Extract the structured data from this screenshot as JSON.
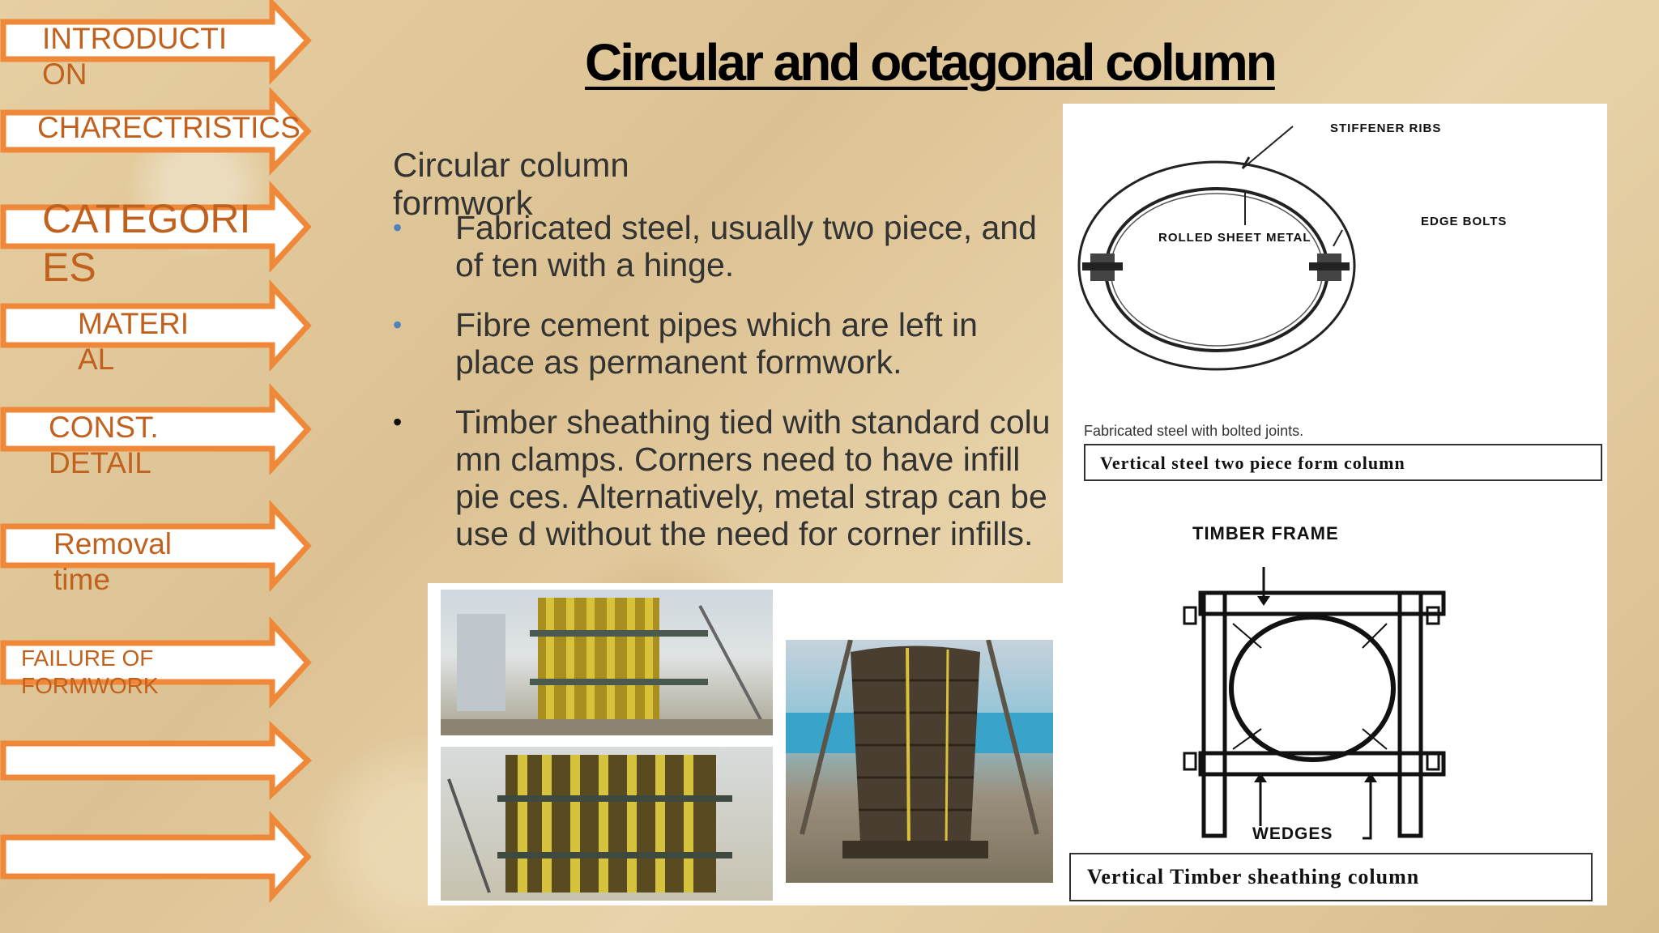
{
  "nav": {
    "items": [
      {
        "label": "INTRODUCTI\nON"
      },
      {
        "label": "CHARECTRISTICS"
      },
      {
        "label": "CATEGORI\nES"
      },
      {
        "label": "MATERI\nAL"
      },
      {
        "label": "CONST.\nDETAIL"
      },
      {
        "label": "Removal\ntime"
      },
      {
        "label": "FAILURE OF\nFORMWORK"
      },
      {
        "label": ""
      },
      {
        "label": ""
      }
    ],
    "accent_color": "#f0883a",
    "text_color": "#c0621e"
  },
  "slide": {
    "title": "Circular and octagonal column",
    "subtitle": "Circular column\nformwork",
    "bullets": [
      {
        "text": "Fabricated steel, usually two piece, and of  ten with a hinge.",
        "marker": "•",
        "marker_color": "#4f81bd"
      },
      {
        "text": "Fibre cement pipes which are left in place  as permanent formwork.",
        "marker": "•",
        "marker_color": "#4f81bd"
      },
      {
        "text": "Timber sheathing tied with standard colu  mn clamps. Corners need to have infill pie  ces. Alternatively, metal strap can be use  d without the need for corner infills.",
        "marker": "•",
        "marker_color": "#111111"
      }
    ]
  },
  "diagram_steel": {
    "label_ribs": "STIFFENER RIBS",
    "label_bolts": "EDGE BOLTS",
    "label_sheet": "ROLLED SHEET METAL",
    "note": "Fabricated steel with bolted joints.",
    "caption": "Vertical steel two piece form column"
  },
  "diagram_timber": {
    "label_frame": "TIMBER FRAME",
    "label_wedges": "WEDGES",
    "caption": "Vertical Timber sheathing column"
  }
}
